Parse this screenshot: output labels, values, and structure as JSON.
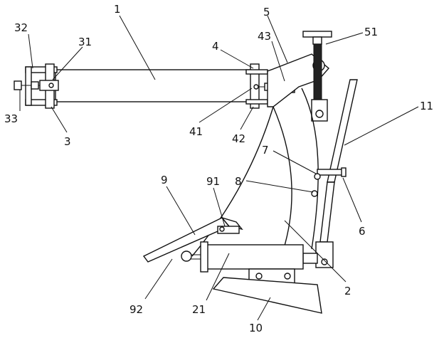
{
  "labels": {
    "l1": "1",
    "l2": "2",
    "l3": "3",
    "l4": "4",
    "l5": "5",
    "l6": "6",
    "l7": "7",
    "l8": "8",
    "l9": "9",
    "l10": "10",
    "l11": "11",
    "l21": "21",
    "l31": "31",
    "l32": "32",
    "l33": "33",
    "l41": "41",
    "l42": "42",
    "l43": "43",
    "l51": "51",
    "l91": "91",
    "l92": "92"
  }
}
